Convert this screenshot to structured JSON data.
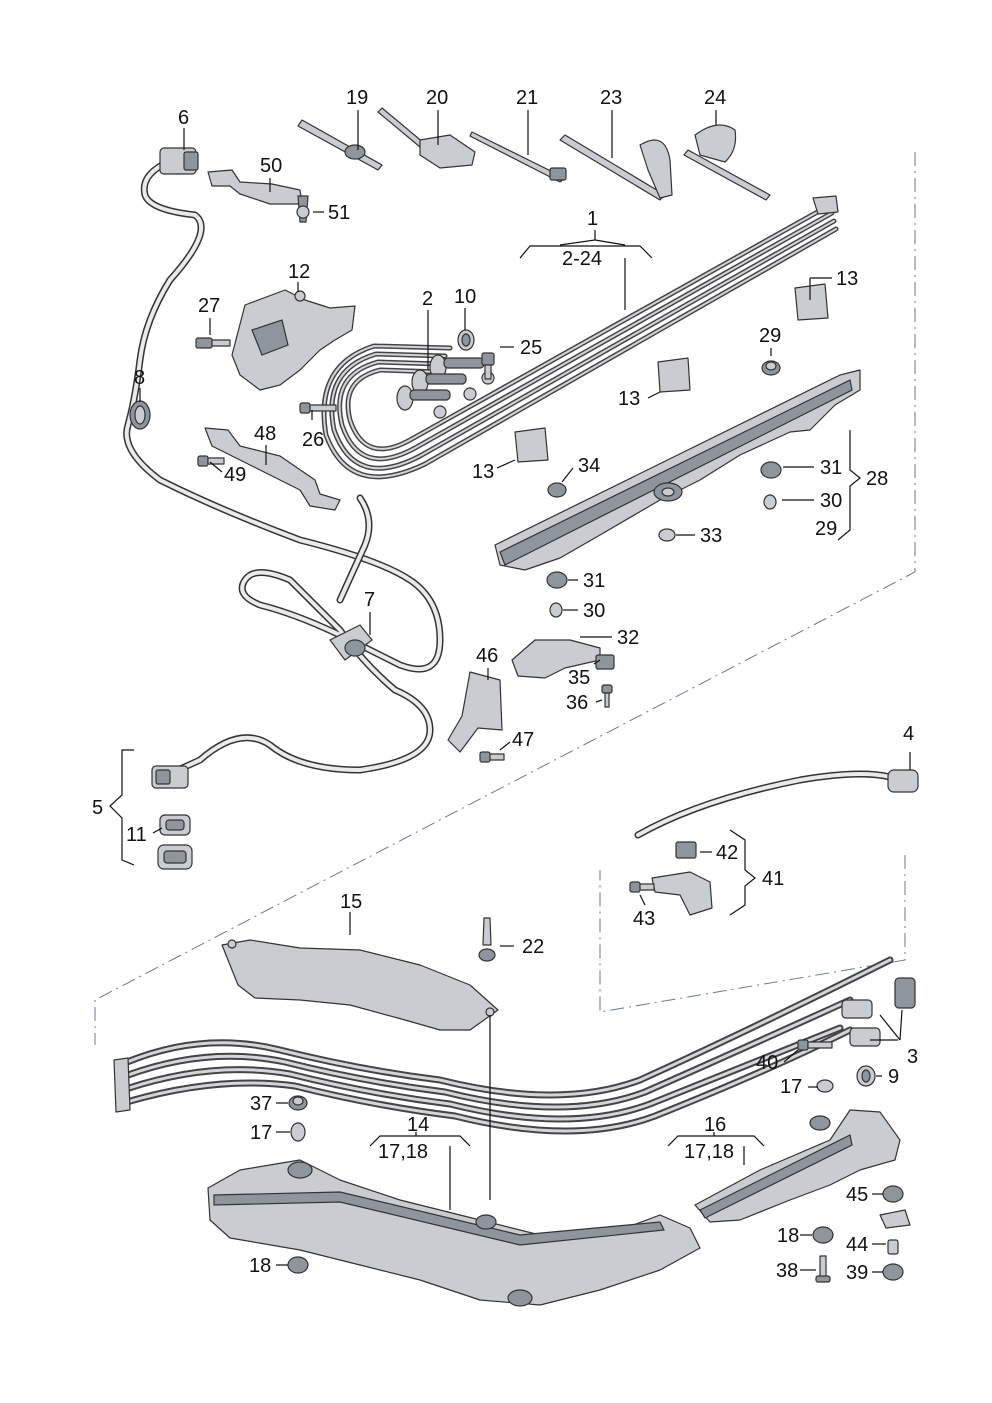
{
  "callouts": [
    {
      "id": "c1",
      "text": "1"
    },
    {
      "id": "c2_24",
      "text": "2-24"
    },
    {
      "id": "c2",
      "text": "2"
    },
    {
      "id": "c3",
      "text": "3"
    },
    {
      "id": "c4",
      "text": "4"
    },
    {
      "id": "c5",
      "text": "5"
    },
    {
      "id": "c6",
      "text": "6"
    },
    {
      "id": "c7",
      "text": "7"
    },
    {
      "id": "c8",
      "text": "8"
    },
    {
      "id": "c9",
      "text": "9"
    },
    {
      "id": "c10",
      "text": "10"
    },
    {
      "id": "c11",
      "text": "11"
    },
    {
      "id": "c12",
      "text": "12"
    },
    {
      "id": "c13a",
      "text": "13"
    },
    {
      "id": "c13b",
      "text": "13"
    },
    {
      "id": "c13c",
      "text": "13"
    },
    {
      "id": "c14",
      "text": "14"
    },
    {
      "id": "c14sub",
      "text": "17,18"
    },
    {
      "id": "c15",
      "text": "15"
    },
    {
      "id": "c16",
      "text": "16"
    },
    {
      "id": "c16sub",
      "text": "17,18"
    },
    {
      "id": "c17a",
      "text": "17"
    },
    {
      "id": "c17b",
      "text": "17"
    },
    {
      "id": "c18a",
      "text": "18"
    },
    {
      "id": "c18b",
      "text": "18"
    },
    {
      "id": "c19",
      "text": "19"
    },
    {
      "id": "c20",
      "text": "20"
    },
    {
      "id": "c21",
      "text": "21"
    },
    {
      "id": "c22",
      "text": "22"
    },
    {
      "id": "c23",
      "text": "23"
    },
    {
      "id": "c24",
      "text": "24"
    },
    {
      "id": "c25",
      "text": "25"
    },
    {
      "id": "c26",
      "text": "26"
    },
    {
      "id": "c27",
      "text": "27"
    },
    {
      "id": "c28",
      "text": "28"
    },
    {
      "id": "c29a",
      "text": "29"
    },
    {
      "id": "c29b",
      "text": "29"
    },
    {
      "id": "c30a",
      "text": "30"
    },
    {
      "id": "c30b",
      "text": "30"
    },
    {
      "id": "c31a",
      "text": "31"
    },
    {
      "id": "c31b",
      "text": "31"
    },
    {
      "id": "c32",
      "text": "32"
    },
    {
      "id": "c33",
      "text": "33"
    },
    {
      "id": "c34",
      "text": "34"
    },
    {
      "id": "c35",
      "text": "35"
    },
    {
      "id": "c36",
      "text": "36"
    },
    {
      "id": "c37",
      "text": "37"
    },
    {
      "id": "c38",
      "text": "38"
    },
    {
      "id": "c39",
      "text": "39"
    },
    {
      "id": "c40",
      "text": "40"
    },
    {
      "id": "c41",
      "text": "41"
    },
    {
      "id": "c42",
      "text": "42"
    },
    {
      "id": "c43",
      "text": "43"
    },
    {
      "id": "c44",
      "text": "44"
    },
    {
      "id": "c45",
      "text": "45"
    },
    {
      "id": "c46",
      "text": "46"
    },
    {
      "id": "c47",
      "text": "47"
    },
    {
      "id": "c48",
      "text": "48"
    },
    {
      "id": "c49",
      "text": "49"
    },
    {
      "id": "c50",
      "text": "50"
    },
    {
      "id": "c51",
      "text": "51"
    }
  ],
  "colors": {
    "ink": "#111111",
    "part_fill": "#c9cdd2",
    "part_dark": "#8f959c",
    "dash_line": "#6a7a8a"
  }
}
